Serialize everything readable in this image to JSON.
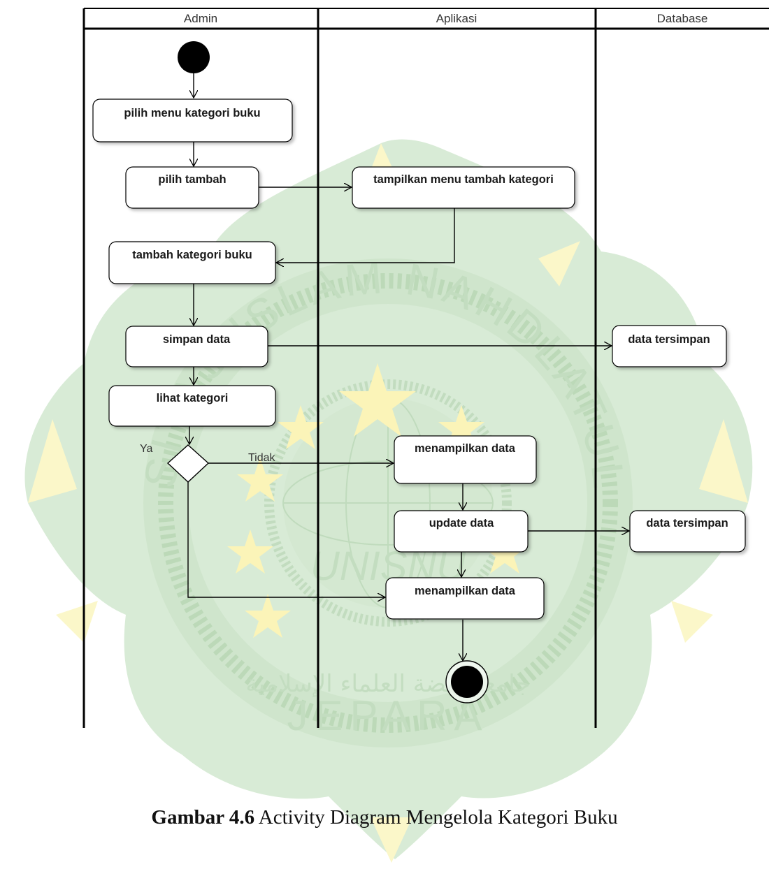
{
  "colors": {
    "line": "#000000",
    "watermark_green": "#d8ebd6",
    "watermark_green_dark": "#c9e2c6",
    "watermark_yellow": "#fbf7c9"
  },
  "watermark": {
    "ring_text_top": "UNIVERSITAS ISLAM NAHDLATUL ULAMA",
    "ring_text_bottom": "JEPARA",
    "logo_text": "UNISNU",
    "arabic_text": "جامعة نهضة العلماء الإسلامية"
  },
  "diagram": {
    "lanes": [
      "Admin",
      "Aplikasi",
      "Database"
    ],
    "nodes": {
      "n_pilih_menu": "pilih menu kategori buku",
      "n_pilih_tambah": "pilih tambah",
      "n_tampilkan_menu": "tampilkan menu tambah kategori",
      "n_tambah_kategori": "tambah kategori buku",
      "n_simpan": "simpan data",
      "n_tersimpan_1": "data tersimpan",
      "n_lihat": "lihat kategori",
      "n_menampilkan_1": "menampilkan data",
      "n_update": "update data",
      "n_tersimpan_2": "data tersimpan",
      "n_menampilkan_2": "menampilkan data"
    },
    "guards": {
      "yes": "Ya",
      "no": "Tidak"
    }
  },
  "caption": {
    "label": "Gambar 4.6",
    "text": " Activity Diagram Mengelola Kategori Buku"
  }
}
